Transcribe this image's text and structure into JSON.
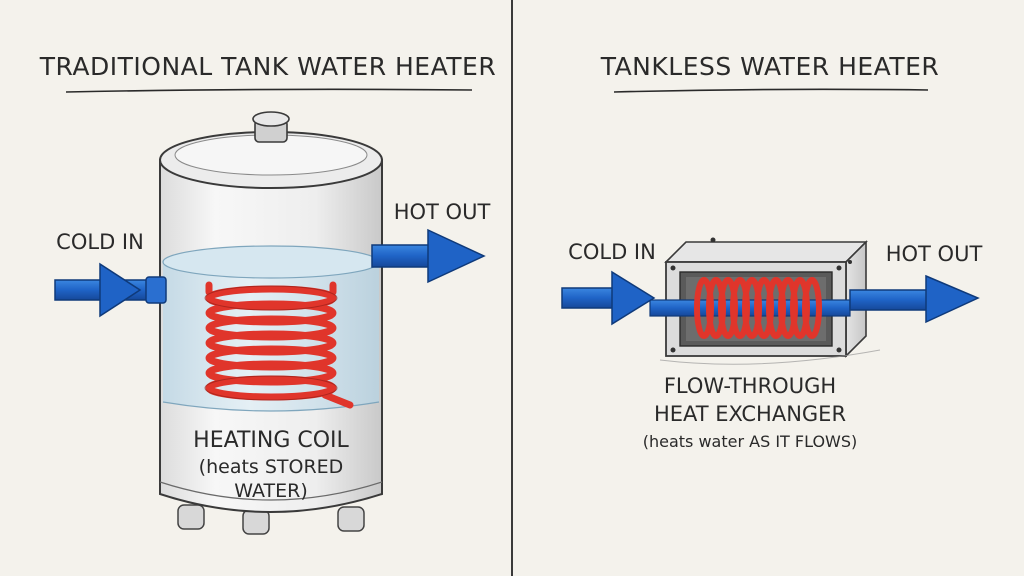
{
  "left_panel": {
    "title": "TRADITIONAL TANK WATER HEATER",
    "cold_label": "COLD IN",
    "hot_label": "HOT OUT",
    "coil_label": "HEATING COIL",
    "coil_note_line1": "(heats STORED",
    "coil_note_line2": "WATER)"
  },
  "right_panel": {
    "title": "TANKLESS WATER HEATER",
    "cold_label": "COLD IN",
    "hot_label": "HOT OUT",
    "exchanger_label_line1": "FLOW-THROUGH",
    "exchanger_label_line2": "HEAT EXCHANGER",
    "exchanger_note": "(heats water AS IT FLOWS)"
  },
  "colors": {
    "background": "#f4f2ec",
    "cold_pipe": "#1f63c6",
    "coil": "#e0352b",
    "water": "#cfe3ee",
    "ink": "#2a2a2a"
  }
}
